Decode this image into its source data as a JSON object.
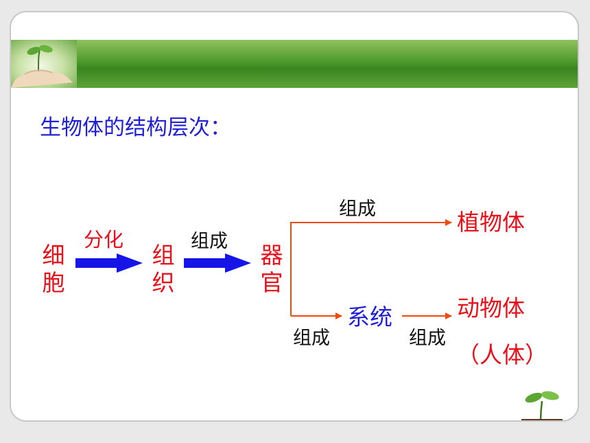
{
  "title": "生物体的结构层次：",
  "nodes": {
    "cell": "细胞",
    "tissue": "组织",
    "organ": "器官",
    "system": "系统",
    "plant": "植物体",
    "animal": "动物体",
    "human": "（人体）"
  },
  "edges": {
    "differentiation": "分化",
    "compose_tissue_organ": "组成",
    "compose_organ_plant": "组成",
    "compose_organ_system": "组成",
    "compose_system_animal": "组成"
  },
  "colors": {
    "node_red": "#e8101a",
    "node_blue": "#1f1fd6",
    "arrow_blue": "#1515e8",
    "arrow_orange": "#ee4a0a",
    "banner_green": "#4f9a2b"
  }
}
